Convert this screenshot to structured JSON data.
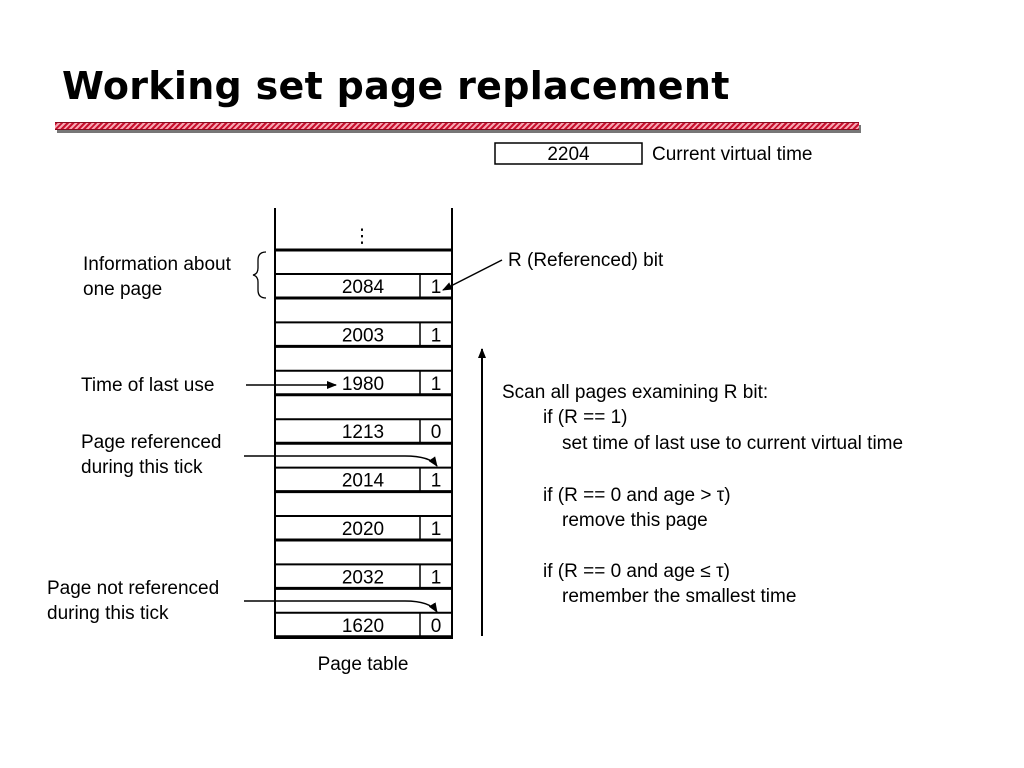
{
  "slide": {
    "title": "Working set page replacement"
  },
  "current_time": {
    "value": "2204",
    "label": "Current virtual time"
  },
  "page_table": {
    "caption": "Page table",
    "ellipsis": "⋮",
    "rows": [
      {
        "time": "2084",
        "r": "1"
      },
      {
        "time": "2003",
        "r": "1"
      },
      {
        "time": "1980",
        "r": "1"
      },
      {
        "time": "1213",
        "r": "0"
      },
      {
        "time": "2014",
        "r": "1"
      },
      {
        "time": "2020",
        "r": "1"
      },
      {
        "time": "2032",
        "r": "1"
      },
      {
        "time": "1620",
        "r": "0"
      }
    ]
  },
  "labels": {
    "info_about_page": [
      "Information about",
      "one page"
    ],
    "r_bit": "R (Referenced) bit",
    "time_of_last_use": "Time of last use",
    "page_referenced": [
      "Page referenced",
      "during this tick"
    ],
    "page_not_referenced": [
      "Page not referenced",
      "during this tick"
    ]
  },
  "algorithm": {
    "lines": [
      "Scan all pages examining R bit:",
      "if (R == 1)",
      "set time of last use to current virtual time",
      "if (R == 0 and age > τ)",
      "remove this page",
      "if (R == 0 and age ≤ τ)",
      "remember the smallest time"
    ]
  }
}
